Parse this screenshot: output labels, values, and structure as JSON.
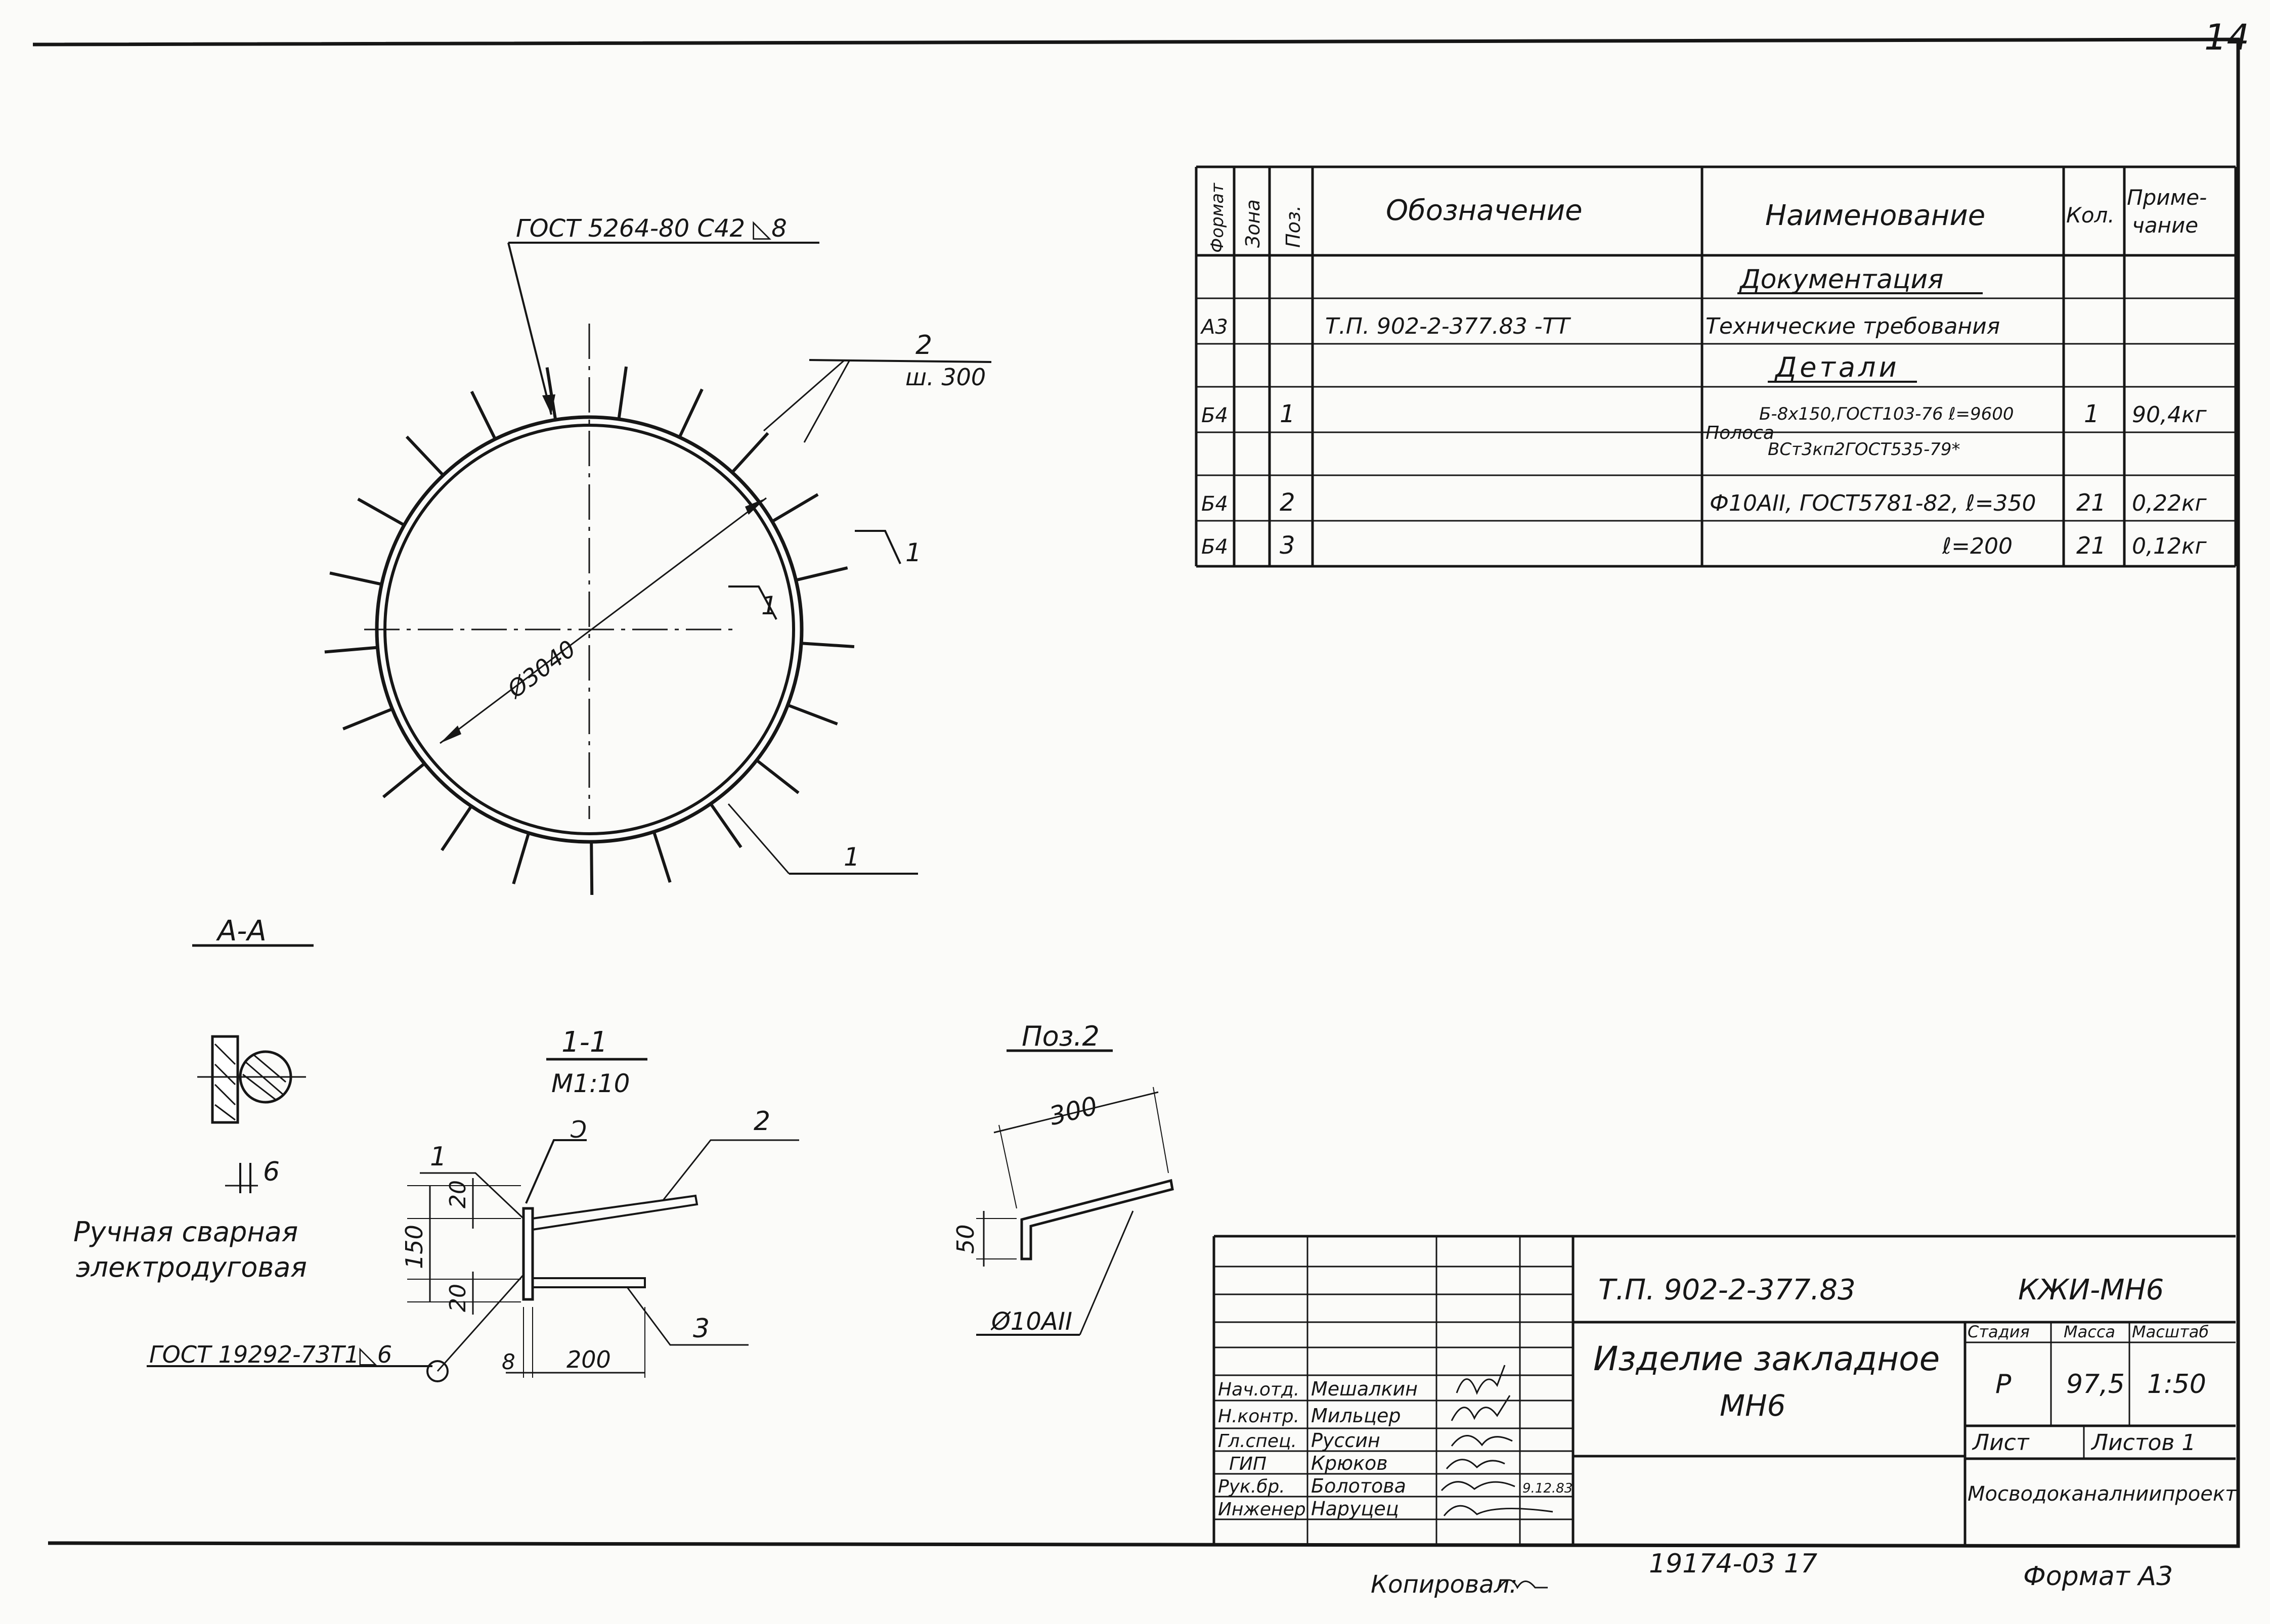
{
  "page_number": "14",
  "weld_top_note": "ГОСТ 5264-80 С42 ◺8",
  "diameter_label": "Ø3040",
  "leader_2_pos": "2",
  "leader_2_spacing": "ш. 300",
  "leader_1_pos": "1",
  "section_mark_1": "1",
  "section_mark_2": "1",
  "section_aa_title": "А-А",
  "weld_gap": "6",
  "weld_type_line1": "Ручная сварная",
  "weld_type_line2": "электродуговая",
  "weld_bottom_note": "ГОСТ 19292-73Т1◺6",
  "section_11_title": "1-1",
  "section_11_scale": "М1:10",
  "sec11_item1": "1",
  "sec11_item2": "2",
  "sec11_item3": "3",
  "sec11_weld_mark": "Ɔ",
  "dim_20_top": "20",
  "dim_150": "150",
  "dim_20_bottom": "20",
  "dim_8": "8",
  "dim_200": "200",
  "pos2_title": "Поз.2",
  "pos2_dim_300": "300",
  "pos2_dim_50": "50",
  "pos2_rebar": "Ø10АII",
  "spec": {
    "headers": {
      "format": "Формат",
      "zone": "Зона",
      "pos": "Поз.",
      "designation": "Обозначение",
      "name": "Наименование",
      "qty": "Кол.",
      "note_l1": "Приме-",
      "note_l2": "чание"
    },
    "rows": [
      {
        "format": "",
        "pos": "",
        "designation": "",
        "name": "Документация",
        "qty": "",
        "note": ""
      },
      {
        "format": "А3",
        "pos": "",
        "designation": "Т.П. 902-2-377.83      -ТТ",
        "name": "Технические требования",
        "qty": "",
        "note": ""
      },
      {
        "format": "",
        "pos": "",
        "designation": "",
        "name": "Детали",
        "qty": "",
        "note": ""
      },
      {
        "format": "Б4",
        "pos": "1",
        "designation": "",
        "name_prefix": "Полоса",
        "name_l1": "Б-8х150,ГОСТ103-76 ℓ=9600",
        "name_l2": "ВСт3кп2ГОСТ535-79*",
        "qty": "1",
        "note": "90,4кг"
      },
      {
        "format": "Б4",
        "pos": "2",
        "designation": "",
        "name": "Ф10АII, ГОСТ5781-82, ℓ=350",
        "qty": "21",
        "note": "0,22кг"
      },
      {
        "format": "Б4",
        "pos": "3",
        "designation": "",
        "name": "ℓ=200",
        "qty": "21",
        "note": "0,12кг"
      }
    ]
  },
  "title_block": {
    "doc_code": "Т.П. 902-2-377.83",
    "mark": "КЖИ-МН6",
    "title_l1": "Изделие закладное",
    "title_l2": "МН6",
    "stage_label": "Стадия",
    "mass_label": "Масса",
    "scale_label": "Масштаб",
    "stage": "Р",
    "mass": "97,5",
    "scale": "1:50",
    "sheet_label": "Лист",
    "sheets_label": "Листов 1",
    "org": "Мосводоканалниипроект",
    "staff": [
      {
        "role": "Нач.отд.",
        "name": "Мешалкин",
        "sig": "",
        "date": ""
      },
      {
        "role": "Н.контр.",
        "name": "Мильцер",
        "sig": "",
        "date": ""
      },
      {
        "role": "Гл.спец.",
        "name": "Руссин",
        "sig": "",
        "date": ""
      },
      {
        "role": "ГИП",
        "name": "Крюков",
        "sig": "",
        "date": ""
      },
      {
        "role": "Рук.бр.",
        "name": "Болотова",
        "sig": "",
        "date": "9.12.83"
      },
      {
        "role": "Инженер",
        "name": "Наруцец",
        "sig": "",
        "date": ""
      }
    ]
  },
  "copied_label": "Копировал:",
  "inventory": "19174-03   17",
  "format_label": "Формат А3"
}
